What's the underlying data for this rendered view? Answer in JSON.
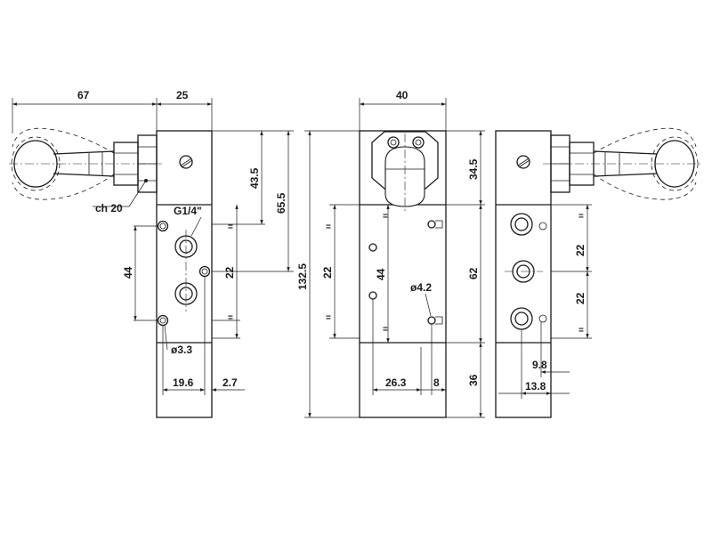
{
  "views": {
    "left": {
      "width_total": "67",
      "width_body": "25",
      "height_a": "43.5",
      "height_b": "65.5",
      "pitch": "44",
      "pitch_half": "22",
      "eq": "=",
      "hex": "ch 20",
      "thread": "G1/4\"",
      "hole": "ø3.3",
      "offset_a": "19.6",
      "offset_b": "2.7"
    },
    "front": {
      "width": "40",
      "height_total": "132.5",
      "height_top": "34.5",
      "height_mid": "62",
      "height_bottom": "36",
      "pitch": "44",
      "pitch_half": "22",
      "eq": "=",
      "hole": "ø4.2",
      "offset_a": "26.3",
      "offset_b": "8"
    },
    "right": {
      "pitch_a": "22",
      "pitch_b": "22",
      "eq": "=",
      "offset_a": "9.8",
      "offset_b": "13.8"
    }
  }
}
